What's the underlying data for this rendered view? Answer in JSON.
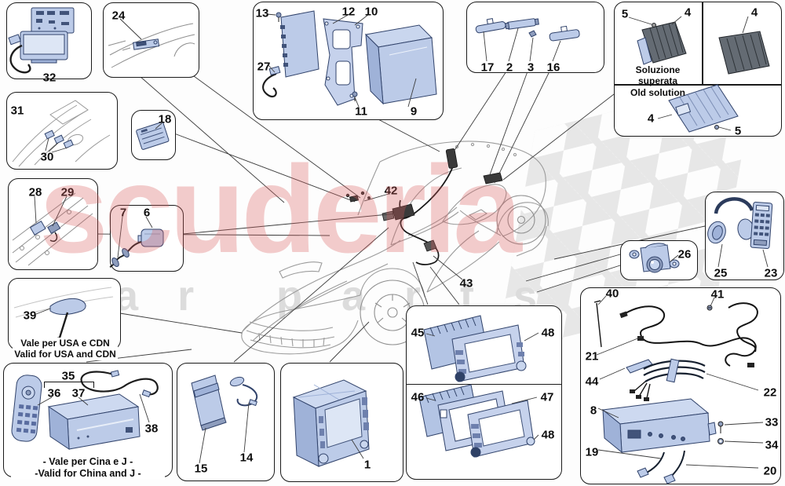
{
  "watermark": {
    "brand": "scuderia",
    "word_left": "car",
    "word_right": "parts",
    "brand_color": "#d95c5c",
    "letters_color": "#dcdcdc",
    "flag_color": "#e2e2e2"
  },
  "colors": {
    "part_fill": "#bccbe8",
    "part_fill_dark": "#646b73",
    "part_stroke": "#31436b",
    "line_color": "#1a1a1a"
  },
  "labels": {
    "l1": "1",
    "l2": "2",
    "l3": "3",
    "l4a": "4",
    "l4b": "4",
    "l4c": "4",
    "l5a": "5",
    "l5b": "5",
    "l6": "6",
    "l7": "7",
    "l8": "8",
    "l9": "9",
    "l10": "10",
    "l11": "11",
    "l12": "12",
    "l13": "13",
    "l14": "14",
    "l15": "15",
    "l16": "16",
    "l17": "17",
    "l18": "18",
    "l19": "19",
    "l20": "20",
    "l21": "21",
    "l22": "22",
    "l23": "23",
    "l24": "24",
    "l25": "25",
    "l26": "26",
    "l27": "27",
    "l28": "28",
    "l29": "29",
    "l30": "30",
    "l31": "31",
    "l32": "32",
    "l33": "33",
    "l34": "34",
    "l35": "35",
    "l36": "36",
    "l37": "37",
    "l38": "38",
    "l39": "39",
    "l40": "40",
    "l41": "41",
    "l42": "42",
    "l43": "43",
    "l44": "44",
    "l45": "45",
    "l46": "46",
    "l47": "47",
    "l48a": "48",
    "l48b": "48"
  },
  "captions": {
    "old_solution": {
      "line1": "Soluzione superata",
      "line2": "Old solution"
    },
    "usa": {
      "line1": "Vale per USA e CDN",
      "line2": "Valid for USA and CDN"
    },
    "china": {
      "line1": "- Vale per Cina e J -",
      "line2": "-Valid for China and J -"
    }
  }
}
